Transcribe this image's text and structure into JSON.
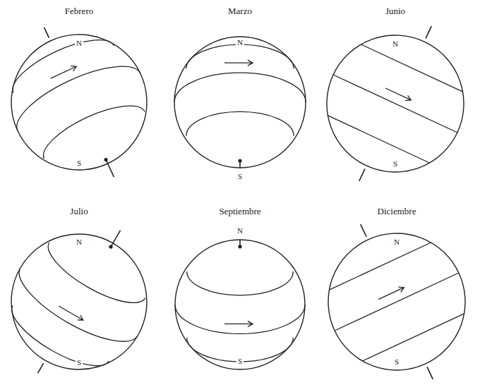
{
  "diagram": {
    "labels": [
      "Febrero",
      "N",
      "S",
      "Marzo",
      "N",
      "S",
      "Junio",
      "N",
      "S",
      "Julio",
      "N",
      "S",
      "Septiembre",
      "N",
      "S",
      "Diciembre",
      "N",
      "S"
    ]
  }
}
